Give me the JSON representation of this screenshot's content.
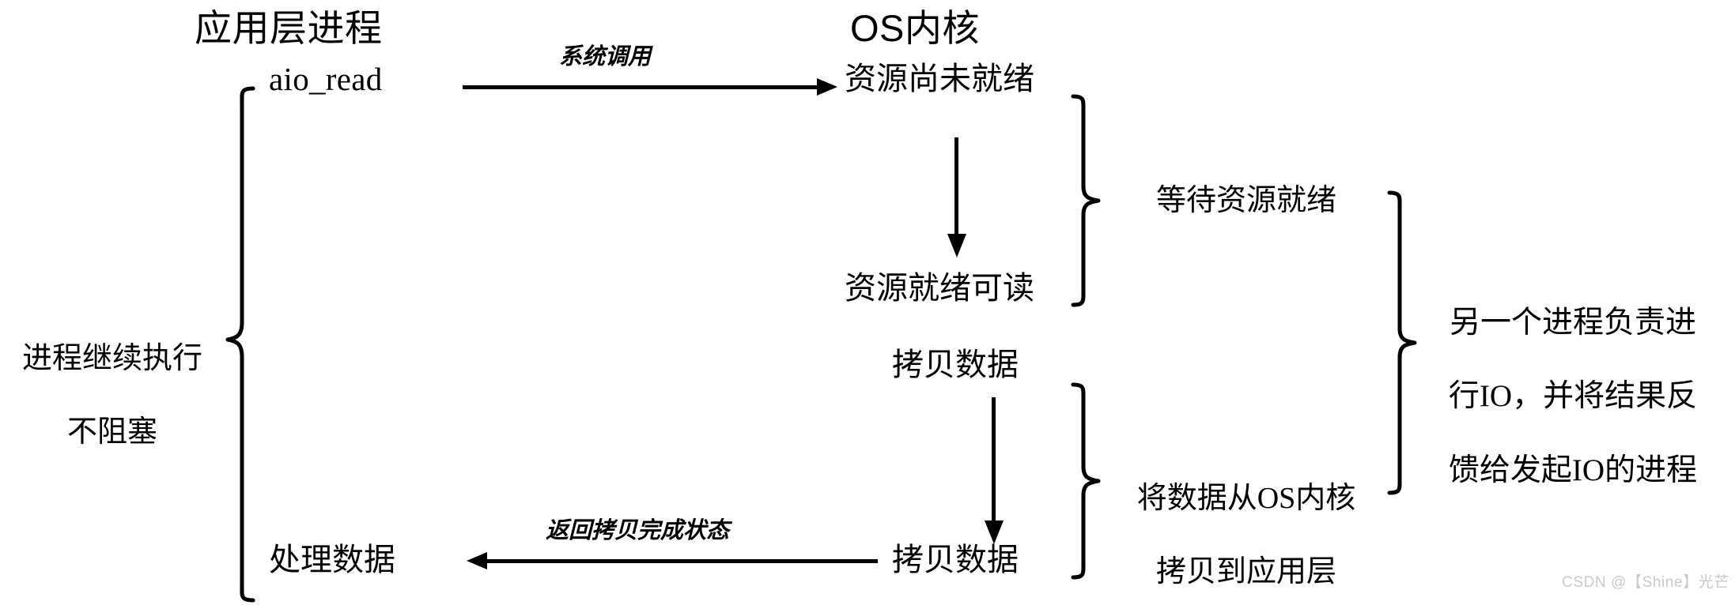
{
  "diagram": {
    "title_left": "应用层进程",
    "title_right": "OS内核",
    "columns": {
      "app": {
        "header": "应用层进程",
        "nodes": [
          {
            "id": "aio-read",
            "label": "aio_read"
          },
          {
            "id": "process-data",
            "label": "处理数据"
          }
        ],
        "brace_label_line1": "进程继续执行",
        "brace_label_line2": "不阻塞",
        "brace_label": "进程继续执行\n不阻塞"
      },
      "kernel": {
        "header": "OS内核",
        "nodes": [
          {
            "id": "resource-not-ready",
            "label": "资源尚未就绪"
          },
          {
            "id": "resource-ready",
            "label": "资源就绪可读"
          },
          {
            "id": "copy-data-start",
            "label": "拷贝数据"
          },
          {
            "id": "copy-data-end",
            "label": "拷贝数据"
          }
        ]
      }
    },
    "edges": [
      {
        "id": "syscall",
        "label": "系统调用",
        "direction": "right"
      },
      {
        "id": "wait",
        "label": "",
        "direction": "down"
      },
      {
        "id": "copy",
        "label": "",
        "direction": "down"
      },
      {
        "id": "return-status",
        "label": "返回拷贝完成状态",
        "direction": "left"
      }
    ],
    "braces": [
      {
        "id": "wait-resource",
        "label": "等待资源就绪",
        "lines": [
          "等待资源就绪"
        ]
      },
      {
        "id": "copy-kernel-to-user",
        "label": "将数据从OS内核\n拷贝到应用层",
        "lines": [
          "将数据从OS内核",
          "拷贝到应用层"
        ]
      },
      {
        "id": "other-process-io",
        "label": "另一个进程负责进行IO，并将结果反馈给发起IO的进程",
        "lines": [
          "另一个进程负责进",
          "行IO，并将结果反",
          "馈给发起IO的进程"
        ]
      }
    ],
    "watermark": "CSDN @【Shine】光芒",
    "colors": {
      "ink": "#000000",
      "background": "#ffffff",
      "watermark": "#c9c9c9"
    }
  }
}
